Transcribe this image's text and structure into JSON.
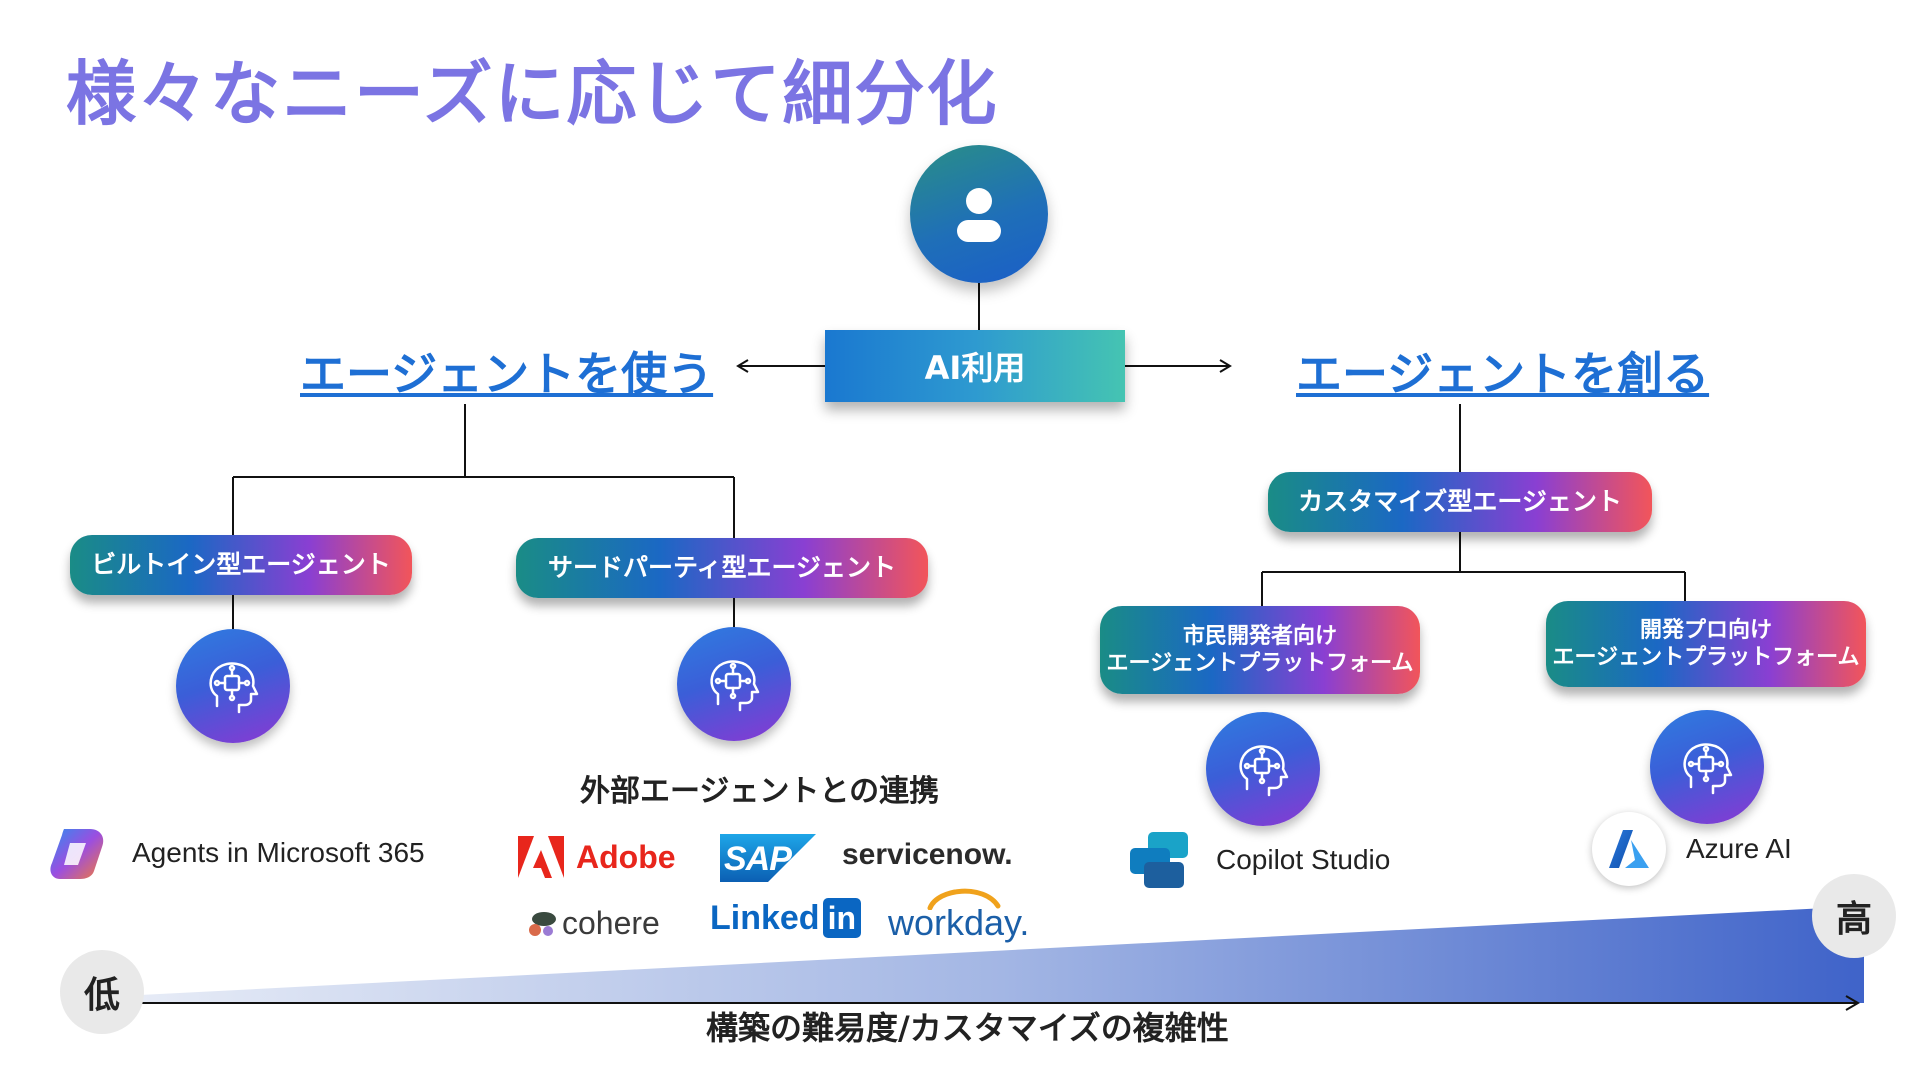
{
  "title": "様々なニーズに応じて細分化",
  "root": {
    "label": "AI利用",
    "icon": "user-icon"
  },
  "use_branch": {
    "label": "エージェントを使う",
    "builtin": {
      "label": "ビルトイン型エージェント",
      "icon": "ai-brain-icon",
      "product": "Agents in Microsoft 365"
    },
    "third_party": {
      "label": "サードパーティ型エージェント",
      "icon": "ai-brain-icon",
      "caption": "外部エージェントとの連携",
      "partners": [
        "Adobe",
        "SAP",
        "servicenow.",
        "cohere",
        "Linked",
        "in",
        "workday."
      ]
    }
  },
  "create_branch": {
    "label": "エージェントを創る",
    "custom": {
      "label": "カスタマイズ型エージェント"
    },
    "citizen": {
      "line1": "市民開発者向け",
      "line2": "エージェントプラットフォーム",
      "icon": "ai-brain-icon",
      "product": "Copilot Studio"
    },
    "developer": {
      "line1": "開発プロ向け",
      "line2": "エージェントプラットフォーム",
      "icon": "ai-brain-icon",
      "product": "Azure AI"
    }
  },
  "scale": {
    "low": "低",
    "high": "高",
    "axis_label": "構築の難易度/カスタマイズの複雑性"
  },
  "colors": {
    "title": "#7b74e3",
    "link": "#1e6fd4",
    "pill_gradient": [
      "#1a8c86",
      "#1b68c4",
      "#8a3fd2",
      "#f2555a"
    ],
    "wedge_start": "#dfe6f5",
    "wedge_end": "#3f63c9"
  }
}
